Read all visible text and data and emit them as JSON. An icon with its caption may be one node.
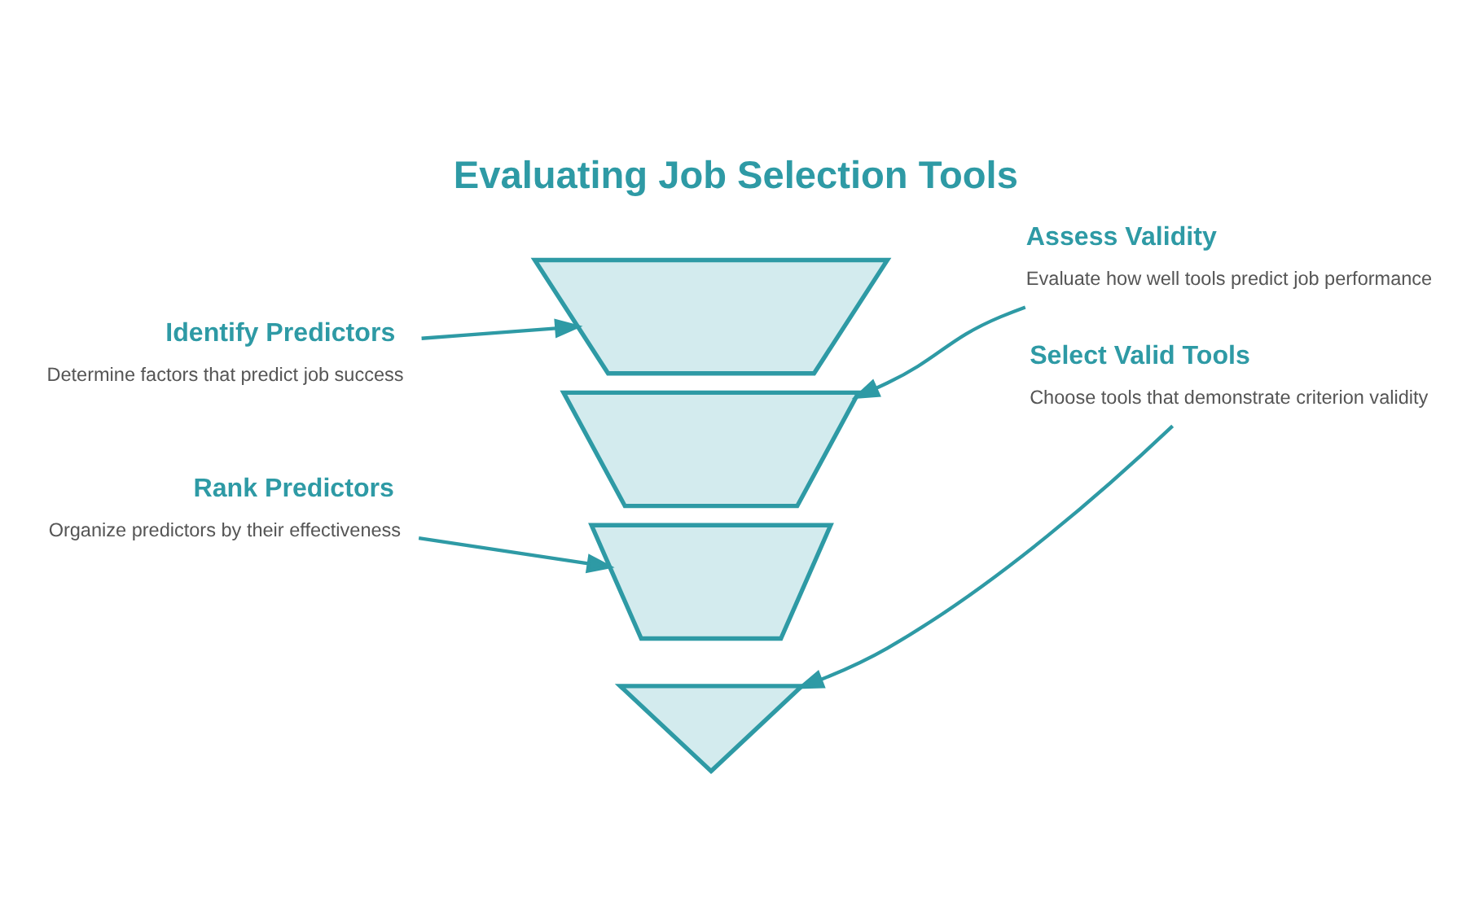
{
  "diagram": {
    "title": "Evaluating Job Selection Tools",
    "nodes": [
      {
        "text": [
          "Identify Predictors",
          "Determine factors that predict job success"
        ]
      },
      {
        "text": [],
        "shape": "trapezoid"
      },
      {
        "text": [
          "Assess Validity",
          "Evaluate how well tools predict job performance"
        ]
      },
      {
        "text": [],
        "shape": "trapezoid"
      },
      {
        "text": [
          "Rank Predictors",
          "Organize predictors by their effectiveness"
        ]
      },
      {
        "text": [],
        "shape": "trapezoid"
      },
      {
        "text": [
          "Select Valid Tools",
          "Choose tools that demonstrate criterion validity"
        ]
      },
      {
        "text": [],
        "shape": "triangle"
      }
    ],
    "edges": [
      {
        "from": 0,
        "to": 1,
        "arrow": "to"
      },
      {
        "from": 2,
        "to": 3,
        "arrow": "to"
      },
      {
        "from": 4,
        "to": 5,
        "arrow": "to"
      },
      {
        "from": 6,
        "to": 7,
        "arrow": "to"
      }
    ]
  }
}
